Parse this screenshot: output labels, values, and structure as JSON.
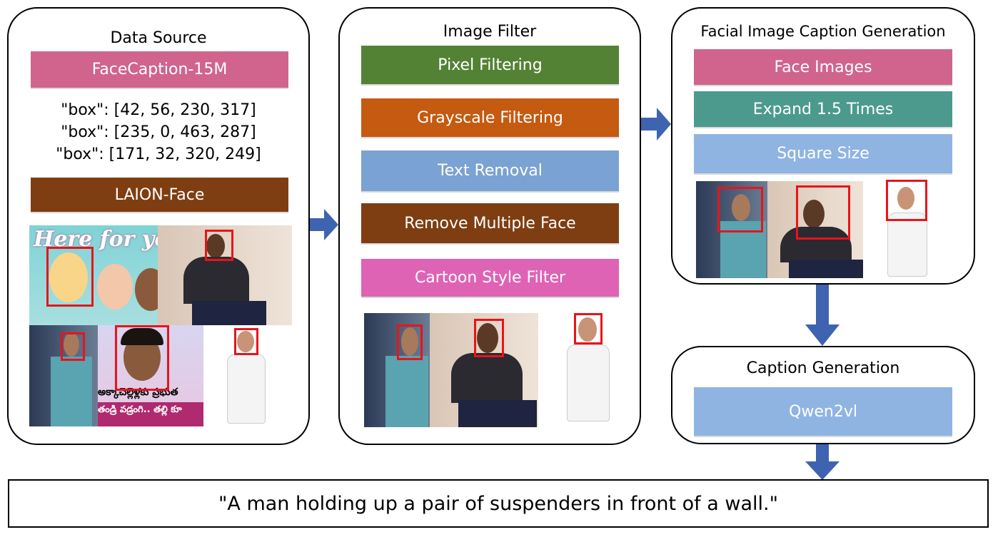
{
  "data_source": {
    "title": "Data Source",
    "dataset1": "FaceCaption-15M",
    "boxes": [
      "\"box\": [42, 56, 230, 317]",
      "\"box\": [235, 0, 463, 287]",
      "\"box\": [171, 32, 320, 249]"
    ],
    "dataset2": "LAION-Face",
    "poster_text": "Here for yo",
    "telugu_line1": "అక్కాచెల్లెళ్లకు ప్రభుత",
    "telugu_line2": "తండ్రి వడ్రంగి.. తల్లి కూ"
  },
  "image_filter": {
    "title": "Image Filter",
    "steps": [
      "Pixel Filtering",
      "Grayscale Filtering",
      "Text Removal",
      "Remove Multiple Face",
      "Cartoon Style Filter"
    ]
  },
  "facial_caption": {
    "title": "Facial Image Caption Generation",
    "steps": [
      "Face Images",
      "Expand 1.5 Times",
      "Square Size"
    ]
  },
  "caption_generation": {
    "title": "Caption Generation",
    "model": "Qwen2vl"
  },
  "output_caption": "\"A man holding up a pair of suspenders in front of a wall.\"",
  "colors": {
    "pink": "#d0648c",
    "brown": "#7e3e11",
    "green": "#548235",
    "orange": "#c55a11",
    "blue": "#7aa2d2",
    "magenta": "#de63b5",
    "teal": "#4c9a8e",
    "light_blue": "#90b4e2",
    "arrow": "#3e63b0",
    "face_box": "#e8141b"
  }
}
